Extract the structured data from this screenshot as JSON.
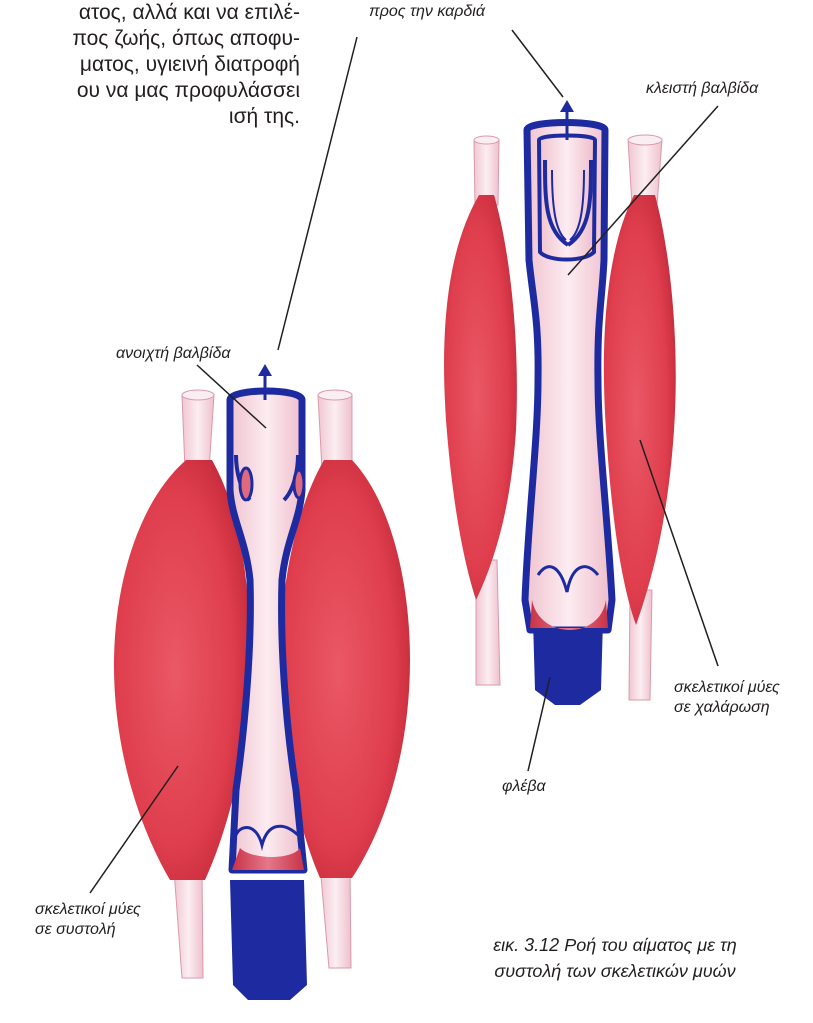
{
  "body_text": {
    "lines": [
      "ατος, αλλά και να επιλέ-",
      "πος ζωής, όπως αποφυ-",
      "ματος, υγιεινή διατροφή",
      "ου να μας προφυλάσσει",
      "ισή της."
    ]
  },
  "labels": {
    "to_heart": "προς την καρδιά",
    "closed_valve": "κλειστή βαλβίδα",
    "open_valve": "ανοιχτή βαλβίδα",
    "muscles_relaxed": [
      "σκελετικοί μύες",
      "σε χαλάρωση"
    ],
    "vein": "φλέβα",
    "muscles_contracted": [
      "σκελετικοί μύες",
      "σε συστολή"
    ]
  },
  "caption": {
    "lines": [
      "εικ. 3.12 Ροή του αίματος με τη",
      "συστολή των σκελετικών μυών"
    ]
  },
  "colors": {
    "muscle": "#e0404f",
    "muscle_dark": "#c42a3a",
    "tendon": "#f7dde6",
    "vein_blue": "#1e2ba0",
    "vein_inner": "#f6d9e3",
    "ink": "#231f20"
  }
}
